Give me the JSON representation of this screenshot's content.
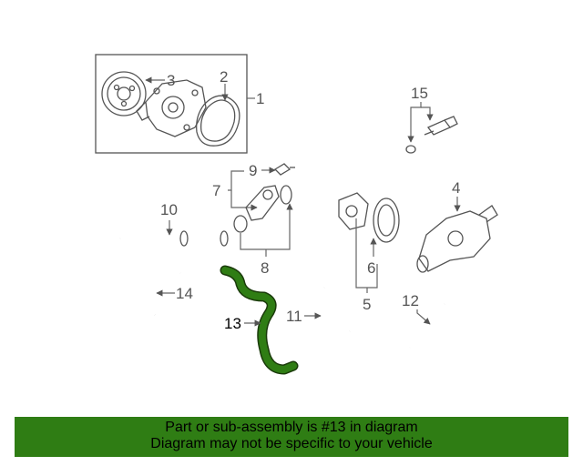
{
  "callouts": {
    "c1": "1",
    "c2": "2",
    "c3": "3",
    "c4": "4",
    "c5": "5",
    "c6": "6",
    "c7": "7",
    "c8": "8",
    "c9": "9",
    "c10": "10",
    "c11": "11",
    "c12": "12",
    "c13": "13",
    "c14": "14",
    "c15": "15"
  },
  "highlight": {
    "part": "13",
    "color": "#2f7d14"
  },
  "banner": {
    "line1": "Part or sub-assembly is #13 in diagram",
    "line2": "Diagram may not be specific to your vehicle",
    "color": "#2f7d14"
  }
}
